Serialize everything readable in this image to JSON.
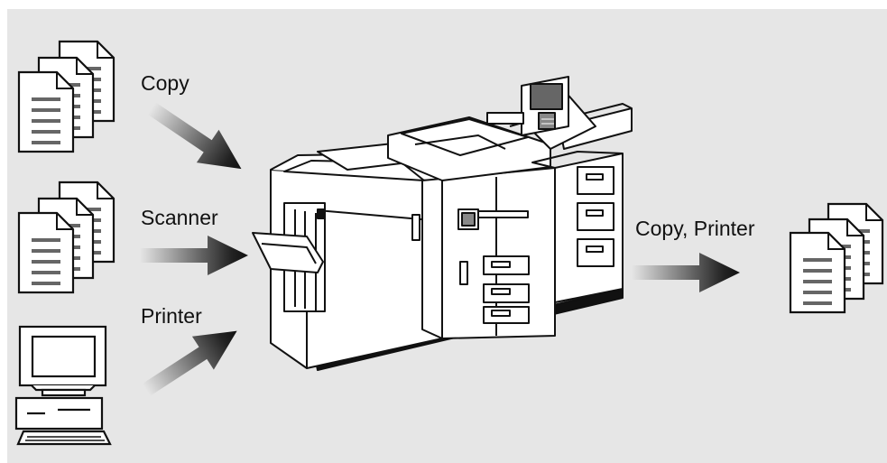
{
  "labels": {
    "copy": "Copy",
    "scanner": "Scanner",
    "printer": "Printer",
    "output": "Copy, Printer"
  },
  "icons": {
    "copy_source": "document-stack-icon",
    "scanner_source": "document-stack-icon",
    "printer_source": "computer-icon",
    "output": "document-stack-icon",
    "device": "multifunction-copier-icon",
    "arrow": "gradient-arrow-icon"
  },
  "colors": {
    "background": "#e6e6e6",
    "line": "#111111",
    "arrow_dark": "#222222",
    "arrow_light": "#e6e6e6"
  }
}
